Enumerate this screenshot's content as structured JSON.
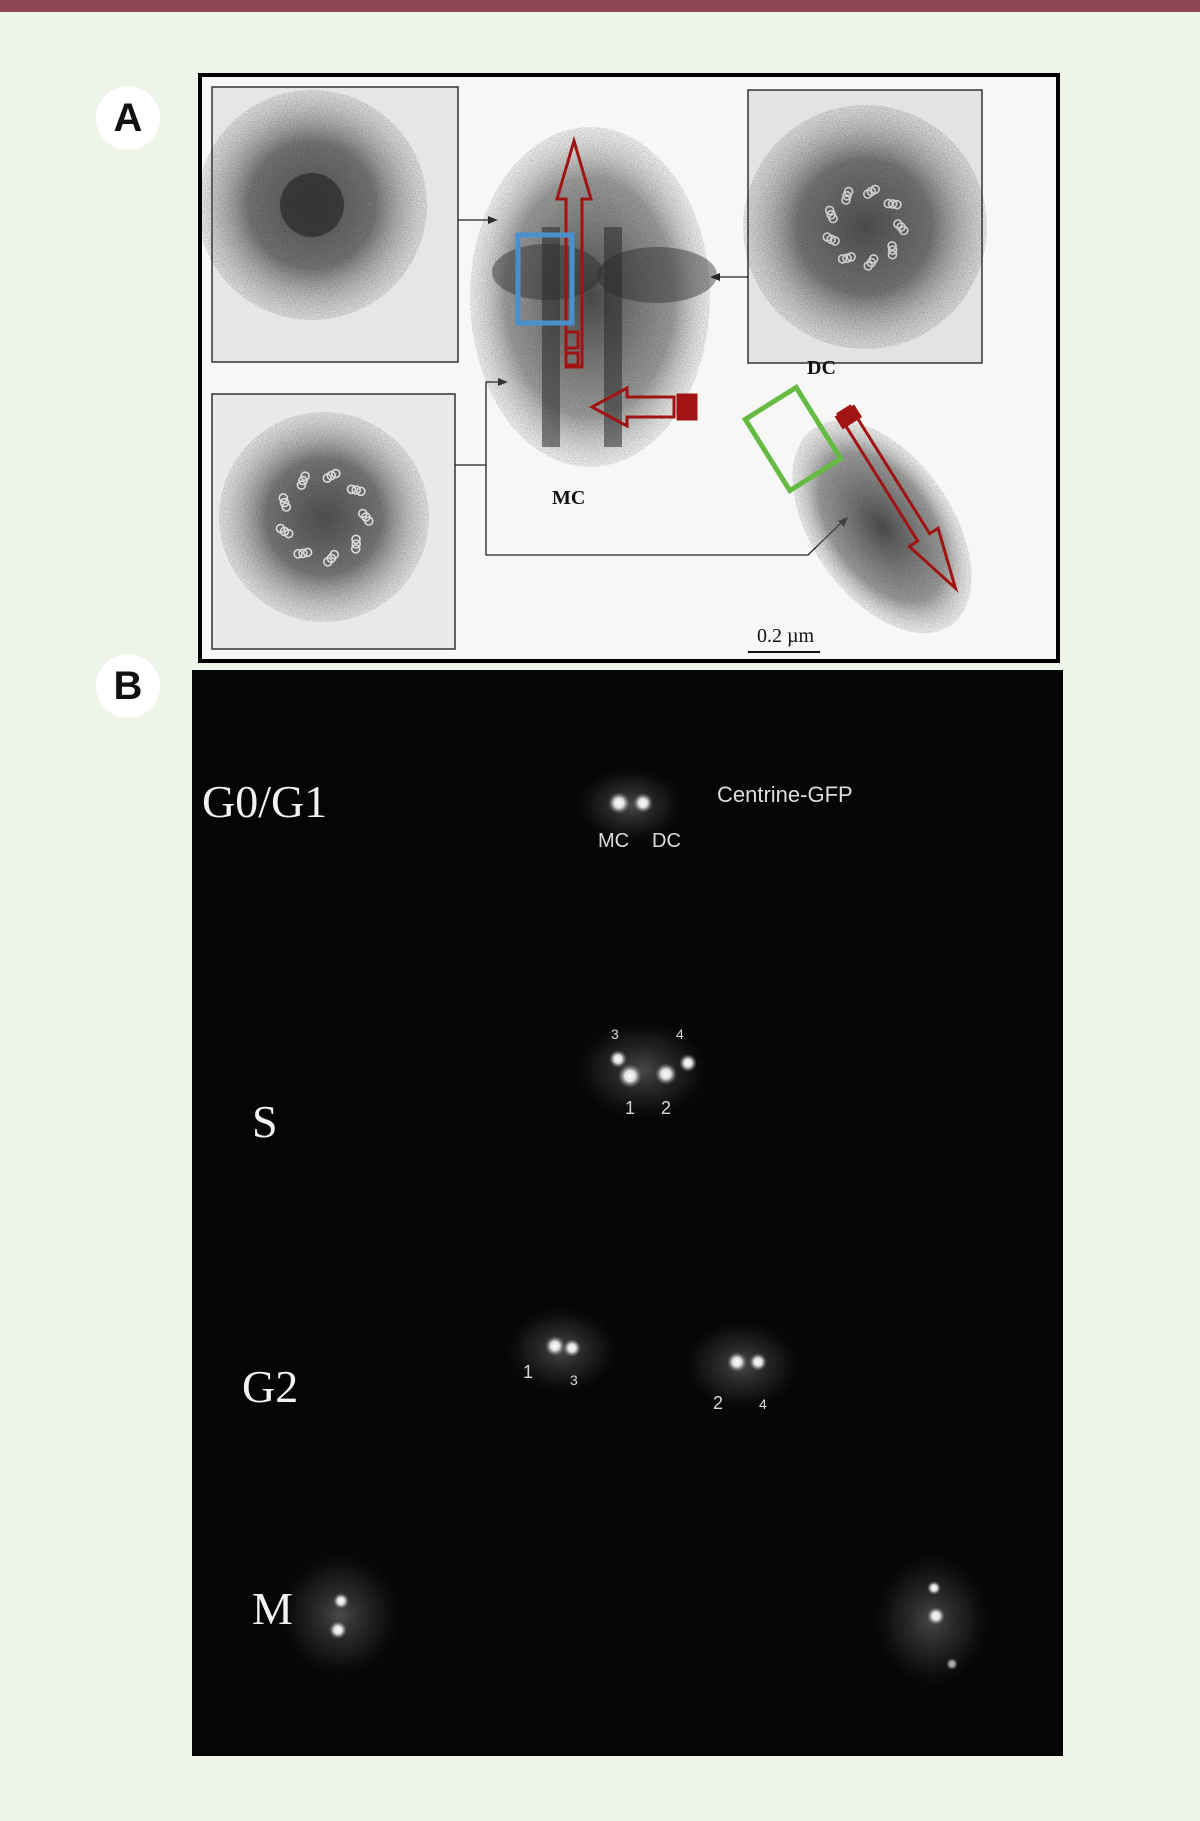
{
  "colors": {
    "top_bar": "#8e4855",
    "page_background": "#eef5e8",
    "arrow_red": "#a01414",
    "box_blue": "#4a90d0",
    "box_green": "#66bb44"
  },
  "panels": {
    "a": {
      "label": "A",
      "mother_centriole_label": "MC",
      "daughter_centriole_label": "DC",
      "scale_bar_label": "0.2 µm"
    },
    "b": {
      "label": "B",
      "marker_label": "Centrine-GFP",
      "phases": {
        "g0g1": {
          "label": "G0/G1",
          "spot_labels": [
            "MC",
            "DC"
          ]
        },
        "s": {
          "label": "S",
          "spot_labels": [
            "3",
            "4",
            "1",
            "2"
          ]
        },
        "g2": {
          "label": "G2",
          "spot_labels": [
            "1",
            "3",
            "2",
            "4"
          ]
        },
        "m": {
          "label": "M"
        }
      }
    }
  }
}
